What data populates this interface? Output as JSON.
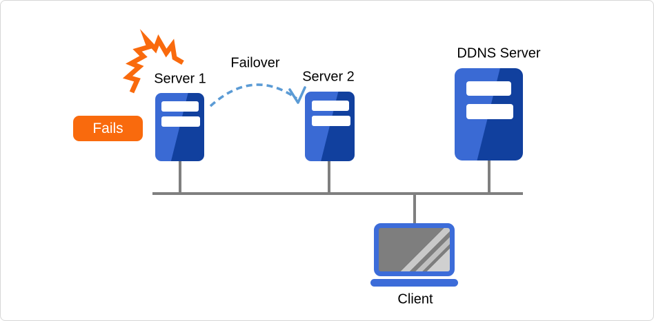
{
  "diagram": {
    "nodes": {
      "server1": {
        "label": "Server 1"
      },
      "server2": {
        "label": "Server 2"
      },
      "ddns": {
        "label": "DDNS Server"
      },
      "client": {
        "label": "Client"
      }
    },
    "annotations": {
      "failover": "Failover",
      "fails": "Fails"
    }
  },
  "colors": {
    "orange": "#F96A0D",
    "server_blue_light": "#3A6AD4",
    "server_blue_dark": "#11409E",
    "laptop_blue": "#3C6CD9",
    "screen_gray": "#7E7E7E",
    "line_gray": "#7F7F7F",
    "arrow_blue": "#5B9BD5",
    "text_black": "#000000",
    "border_gray": "#D6D6D6"
  }
}
